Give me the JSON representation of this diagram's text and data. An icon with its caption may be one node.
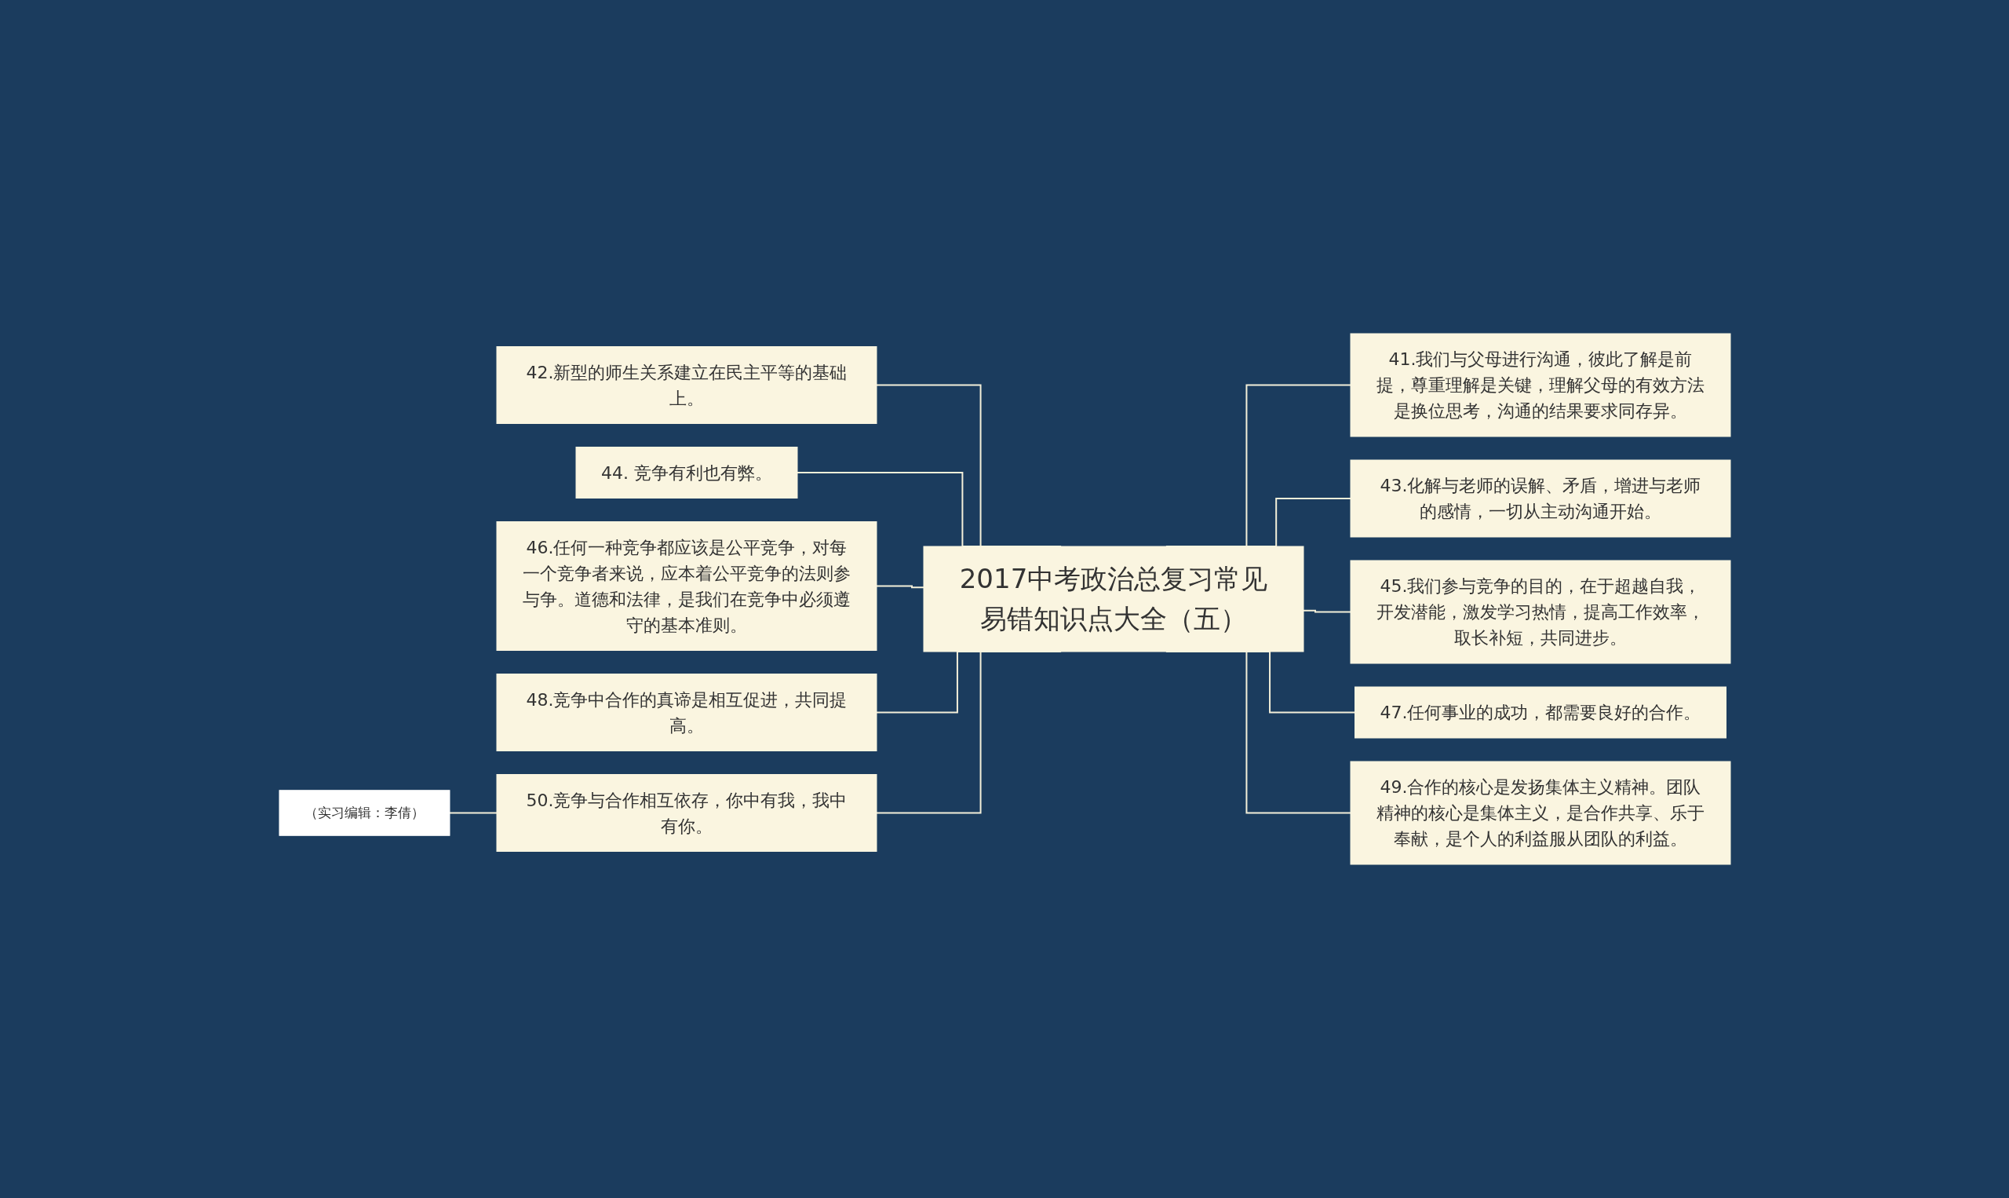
{
  "diagram": {
    "nodes": [
      {
        "text": [
          "2017中考政治总复习常见易错知识点大全（五）"
        ]
      },
      {
        "text": [
          "41.我们与父母进行沟通，彼此了解是前提，尊重理解是关键，理解父母的有效方法是换位思考，沟通的结果要求同存异。"
        ]
      },
      {
        "text": [
          "42.新型的师生关系建立在民主平等的基础上。"
        ]
      },
      {
        "text": [
          "43.化解与老师的误解、矛盾，增进与老师的感情，一切从主动沟通开始。"
        ]
      },
      {
        "text": [
          "44. 竞争有利也有弊。"
        ]
      },
      {
        "text": [
          "45.我们参与竞争的目的，在于超越自我，开发潜能，激发学习热情，提高工作效率，取长补短，共同进步。"
        ]
      },
      {
        "text": [
          "46.任何一种竞争都应该是公平竞争，对每一个竞争者来说，应本着公平竞争的法则参与争。道德和法律，是我们在竞争中必须遵守的基本准则。"
        ]
      },
      {
        "text": [
          "47.任何事业的成功，都需要良好的合作。"
        ]
      },
      {
        "text": [
          "48.竞争中合作的真谛是相互促进，共同提高。"
        ]
      },
      {
        "text": [
          "49.合作的核心是发扬集体主义精神。团队精神的核心是集体主义，是合作共享、乐于奉献，是个人的利益服从团队的利益。"
        ]
      },
      {
        "text": [
          "50.竞争与合作相互依存，你中有我，我中有你。"
        ]
      },
      {
        "text": [
          "（实习编辑：李倩）"
        ]
      }
    ],
    "edges": [
      {
        "from": 0,
        "to": 1,
        "arrow": "none"
      },
      {
        "from": 0,
        "to": 2,
        "arrow": "none"
      },
      {
        "from": 0,
        "to": 3,
        "arrow": "none"
      },
      {
        "from": 0,
        "to": 4,
        "arrow": "none"
      },
      {
        "from": 0,
        "to": 5,
        "arrow": "none"
      },
      {
        "from": 0,
        "to": 6,
        "arrow": "none"
      },
      {
        "from": 0,
        "to": 7,
        "arrow": "none"
      },
      {
        "from": 0,
        "to": 8,
        "arrow": "none"
      },
      {
        "from": 0,
        "to": 9,
        "arrow": "none"
      },
      {
        "from": 0,
        "to": 10,
        "arrow": "none"
      },
      {
        "from": 10,
        "to": 11,
        "arrow": "none"
      }
    ]
  }
}
